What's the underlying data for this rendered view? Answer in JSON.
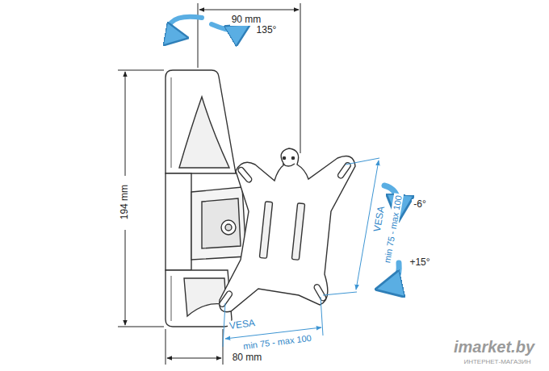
{
  "diagram": {
    "labels": [
      "90 mm",
      "135°",
      "194 mm",
      "VESA",
      "min 75 - max 100",
      "-6°",
      "+15°",
      "VESA",
      "min 75 - max 100",
      "80 mm",
      "imarket.by",
      "ИНТЕРНЕТ-МАГАЗИН"
    ]
  }
}
